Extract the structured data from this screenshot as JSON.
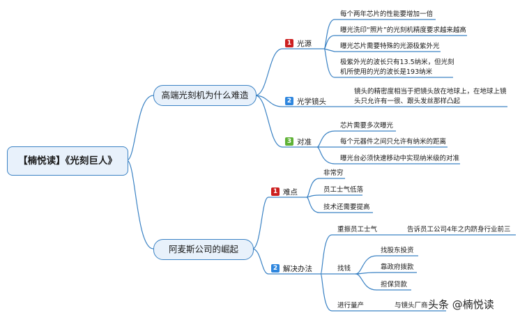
{
  "root": {
    "title": "【楠悦读】《光刻巨人》"
  },
  "branch1": {
    "title": "高端光刻机为什么难造",
    "sections": [
      {
        "num": "1",
        "badge_color": "#cc1f1f",
        "label": "光源",
        "items": [
          "每个两年芯片的性能要增加一倍",
          "曝光洗印“照片”的光刻机精度要求越来越高",
          "曝光芯片需要特殊的光源极紫外光",
          "极紫外光的波长只有13.5纳米，但光刻",
          "机所使用的光的波长是193纳米"
        ]
      },
      {
        "num": "2",
        "badge_color": "#2e86de",
        "label": "光学镜头",
        "items": [
          "镜头的精密度相当于把镜头放在地球上，在地球上镜",
          "头只允许有一很、跟头发丝那样凸起"
        ]
      },
      {
        "num": "3",
        "badge_color": "#5fb236",
        "label": "对准",
        "items": [
          "芯片需要多次曝光",
          "每个元器件之间只允许有纳米的距离",
          "曝光台必须快速移动中实现纳米级的对准"
        ]
      }
    ]
  },
  "branch2": {
    "title": "阿麦斯公司的崛起",
    "sections": [
      {
        "num": "1",
        "badge_color": "#cc1f1f",
        "label": "难点",
        "items": [
          "非常穷",
          "员工士气低落",
          "技术还需要提高"
        ]
      },
      {
        "num": "2",
        "badge_color": "#2e86de",
        "label": "解决办法",
        "groups": [
          {
            "label": "重振员工士气",
            "items": [
              "告诉员工公司4年之内跻身行业前三"
            ]
          },
          {
            "label": "找钱",
            "items": [
              "找股东投资",
              "靠政府拨款",
              "担保贷款"
            ]
          },
          {
            "label": "进行量产",
            "items": [
              "与镜头厂商"
            ]
          }
        ]
      }
    ]
  },
  "watermark": "头条 @楠悦读",
  "colors": {
    "line": "#3a82c4",
    "node_fill": "#e8f1fb"
  }
}
